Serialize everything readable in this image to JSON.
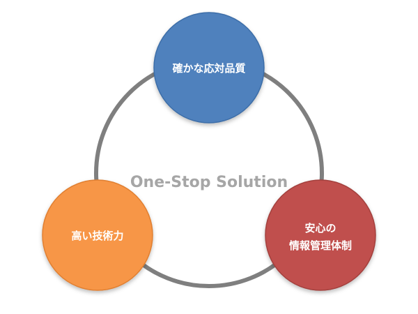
{
  "diagram": {
    "center_text": "One-Stop Solution",
    "center_color": "#a6a6a6",
    "ring_color": "#7f7f7f",
    "nodes": [
      {
        "lines": [
          "確かな応対品質"
        ],
        "color": "#4f81bd",
        "rim": "#3d6ea8"
      },
      {
        "lines": [
          "安心の",
          "情報管理体制"
        ],
        "color": "#c0504d",
        "rim": "#a3403d"
      },
      {
        "lines": [
          "高い技術力"
        ],
        "color": "#f79646",
        "rim": "#e07f30"
      }
    ]
  }
}
